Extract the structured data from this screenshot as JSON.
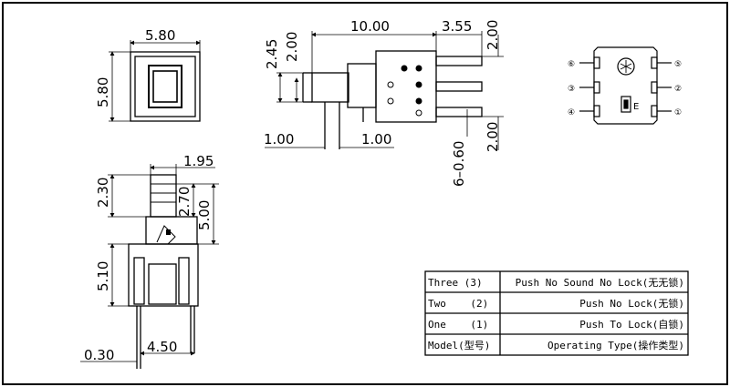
{
  "dimensions": {
    "top_view_width": "5.80",
    "top_view_height": "5.80",
    "side_length": "10.00",
    "side_offset": "3.55",
    "side_height_a": "2.45",
    "side_height_b": "2.00",
    "side_right_top": "2.00",
    "side_right_bottom": "2.00",
    "side_lead_left": "1.00",
    "side_lead_right": "1.00",
    "pin_callout": "6–0.60",
    "front_width": "1.95",
    "front_knob_height": "2.30",
    "front_mid": "2.70",
    "front_total": "5.00",
    "front_body_height": "5.10",
    "front_lead_thickness": "0.30",
    "front_lead_pitch": "4.50"
  },
  "footprint": {
    "pins_left": [
      "⑥",
      "③",
      "④"
    ],
    "pins_right": [
      "⑤",
      "②",
      "①"
    ],
    "marker": "E"
  },
  "title_block": {
    "rows": [
      {
        "model": "Three (3)",
        "type": "Push No Sound No Lock(无无锁)"
      },
      {
        "model": "Two    (2)",
        "type": "Push No Lock(无锁)"
      },
      {
        "model": "One    (1)",
        "type": "Push To Lock(自锁)"
      },
      {
        "model": "Model(型号)",
        "type": "Operating Type(操作类型)"
      }
    ]
  }
}
